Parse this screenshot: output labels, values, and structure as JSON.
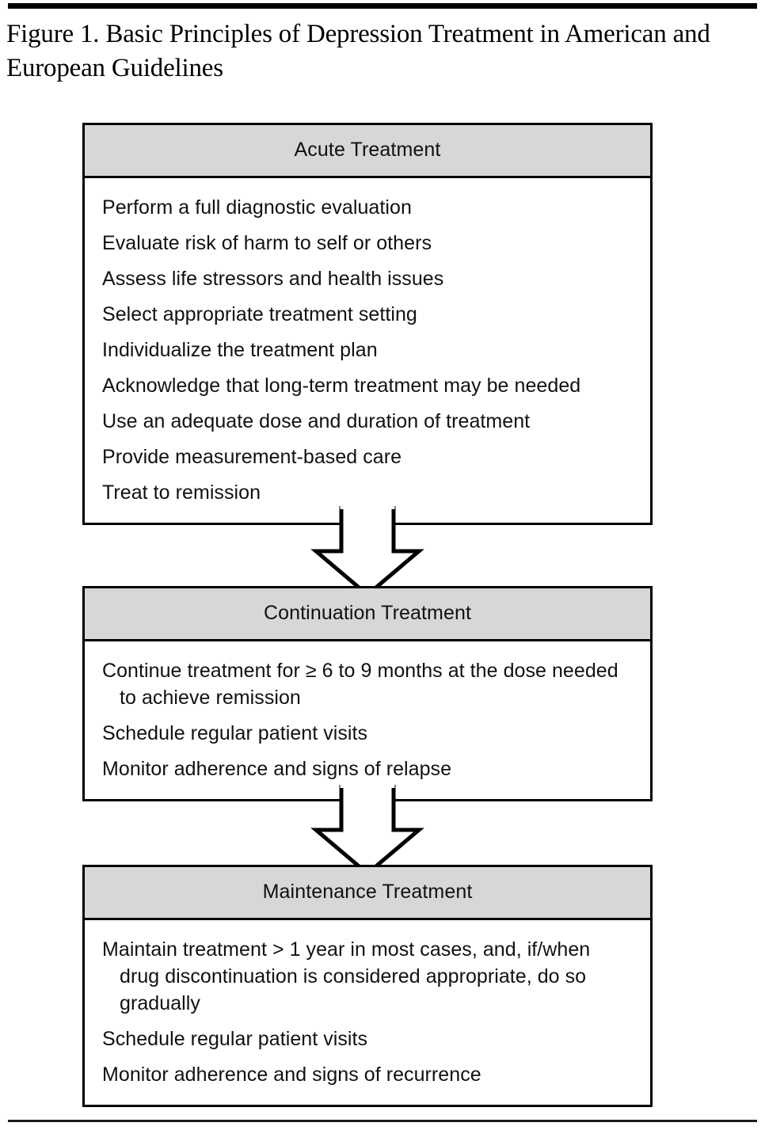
{
  "figure": {
    "title": "Figure 1. Basic Principles of Depression Treatment in American and European Guidelines",
    "colors": {
      "header_fill": "#D7D7D7",
      "border": "#000000",
      "text": "#111111",
      "background": "#FFFFFF"
    }
  },
  "boxes": [
    {
      "header": "Acute Treatment",
      "items": [
        "Perform a full diagnostic evaluation",
        "Evaluate risk of harm to self or others",
        "Assess life stressors and health issues",
        "Select appropriate treatment setting",
        "Individualize the treatment plan",
        "Acknowledge that long-term treatment may be needed",
        "Use an adequate dose and duration of treatment",
        "Provide measurement-based care",
        "Treat to remission"
      ]
    },
    {
      "header": "Continuation Treatment",
      "items": [
        "Continue treatment for ≥ 6 to 9 months at the dose needed to achieve remission",
        "Schedule regular patient visits",
        "Monitor adherence and signs of relapse"
      ]
    },
    {
      "header": "Maintenance Treatment",
      "items": [
        "Maintain treatment > 1 year in most cases, and, if/when drug discontinuation is considered appropriate, do so gradually",
        "Schedule regular patient visits",
        "Monitor adherence and signs of recurrence"
      ]
    }
  ],
  "connectors": [
    {
      "name": "down-arrow-acute-to-continuation"
    },
    {
      "name": "down-arrow-continuation-to-maintenance"
    }
  ]
}
